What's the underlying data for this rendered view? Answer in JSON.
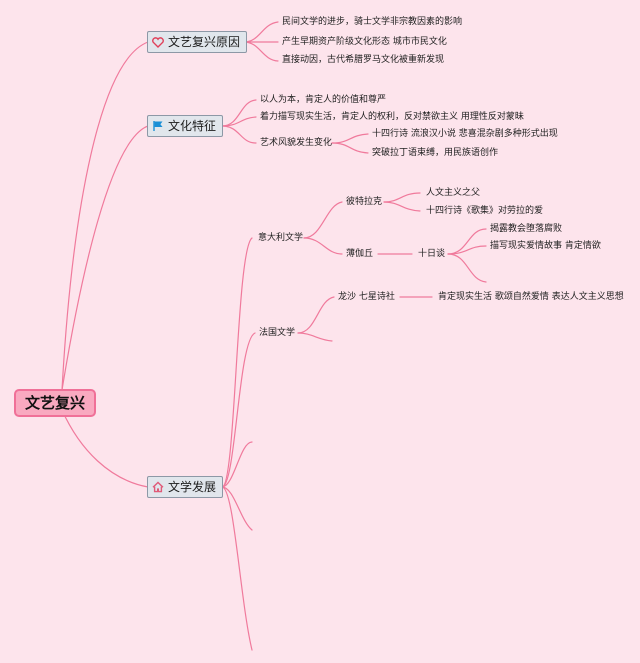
{
  "root": {
    "label": "文艺复兴"
  },
  "branches": {
    "causes": {
      "label": "文艺复兴原因",
      "icon": "heart-icon",
      "items": [
        "民间文学的进步，骑士文学非宗教因素的影响",
        "产生早期资产阶级文化形态 城市市民文化",
        "直接动因，古代希腊罗马文化被重新发现"
      ]
    },
    "culture": {
      "label": "文化特征",
      "icon": "flag-icon",
      "items": [
        "以人为本，肯定人的价值和尊严",
        "着力描写现实生活，肯定人的权利，反对禁欲主义 用理性反对蒙昧",
        "艺术风貌发生变化"
      ],
      "art_changes": [
        "十四行诗 流浪汉小说 悲喜混杂剧多种形式出现",
        "突破拉丁语束缚，用民族语创作"
      ]
    },
    "literature": {
      "label": "文学发展",
      "icon": "house-icon",
      "italy": {
        "label": "意大利文学",
        "petrarch": {
          "label": "彼特拉克",
          "items": [
            "人文主义之父",
            "十四行诗《歌集》对劳拉的爱"
          ]
        },
        "boccaccio": {
          "label": "薄伽丘",
          "work": "十日谈",
          "items": [
            "揭露教会堕落腐败",
            "描写现实爱情故事 肯定情欲"
          ]
        }
      },
      "france": {
        "label": "法国文学",
        "pleiade": {
          "label": "龙沙 七星诗社",
          "note": "肯定现实生活 歌颂自然爱情 表达人文主义思想"
        }
      }
    }
  },
  "colors": {
    "background": "#fde4ec",
    "line": "#f07a9c",
    "root_fill": "#f9a9c0",
    "root_border": "#f07098",
    "topic_fill": "#e1e6ec",
    "topic_border": "#8d98a6",
    "heart": "#e0405a",
    "flag": "#1a8fd6",
    "house": "#e05a78"
  }
}
